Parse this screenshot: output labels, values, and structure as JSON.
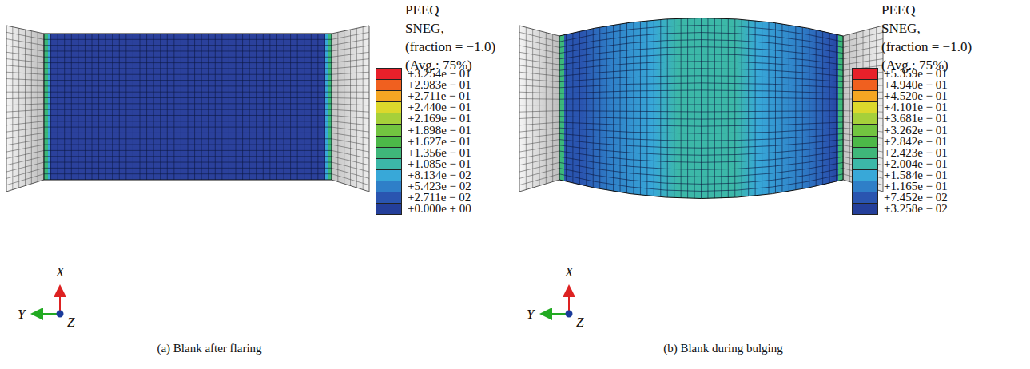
{
  "diagram": {
    "labels": [
      "PEEQ",
      "SNEG,",
      "(fraction = −1.0)",
      "(Avg.: 75%)",
      "X",
      "Y",
      "Z",
      "(a) Blank after flaring",
      "PEEQ",
      "SNEG,",
      "(fraction = −1.0)",
      "(Avg.: 75%)",
      "X",
      "Y",
      "Z",
      "(b) Blank during bulging"
    ],
    "legend": [
      {
        "text": "+3.254e − 01",
        "color": "#e8202a"
      },
      {
        "text": "+2.983e − 01",
        "color": "#f0601f"
      },
      {
        "text": "+2.711e − 01",
        "color": "#f5a623"
      },
      {
        "text": "+2.440e − 01",
        "color": "#dcd82c"
      },
      {
        "text": "+2.169e − 01",
        "color": "#a6d03a"
      },
      {
        "text": "+1.898e − 01",
        "color": "#72c440"
      },
      {
        "text": "+1.627e − 01",
        "color": "#4cb848"
      },
      {
        "text": "+1.356e − 01",
        "color": "#3fb77a"
      },
      {
        "text": "+1.085e − 01",
        "color": "#3cb8a8"
      },
      {
        "text": "+8.134e − 02",
        "color": "#38a8d8"
      },
      {
        "text": "+5.423e − 02",
        "color": "#2f7fc8"
      },
      {
        "text": "+2.711e − 02",
        "color": "#2a55b0"
      },
      {
        "text": "+0.000e + 00",
        "color": "#243f9a"
      },
      {
        "text": "+5.359e − 01",
        "color": "#e8202a"
      },
      {
        "text": "+4.940e − 01",
        "color": "#f0601f"
      },
      {
        "text": "+4.520e − 01",
        "color": "#f5a623"
      },
      {
        "text": "+4.101e − 01",
        "color": "#dcd82c"
      },
      {
        "text": "+3.681e − 01",
        "color": "#a6d03a"
      },
      {
        "text": "+3.262e − 01",
        "color": "#72c440"
      },
      {
        "text": "+2.842e − 01",
        "color": "#4cb848"
      },
      {
        "text": "+2.423e − 01",
        "color": "#3fb77a"
      },
      {
        "text": "+2.004e − 01",
        "color": "#3cb8a8"
      },
      {
        "text": "+1.584e − 01",
        "color": "#38a8d8"
      },
      {
        "text": "+1.165e − 01",
        "color": "#2f7fc8"
      },
      {
        "text": "+7.452e − 02",
        "color": "#2a55b0"
      },
      {
        "text": "+3.258e − 02",
        "color": "#243f9a"
      }
    ]
  }
}
